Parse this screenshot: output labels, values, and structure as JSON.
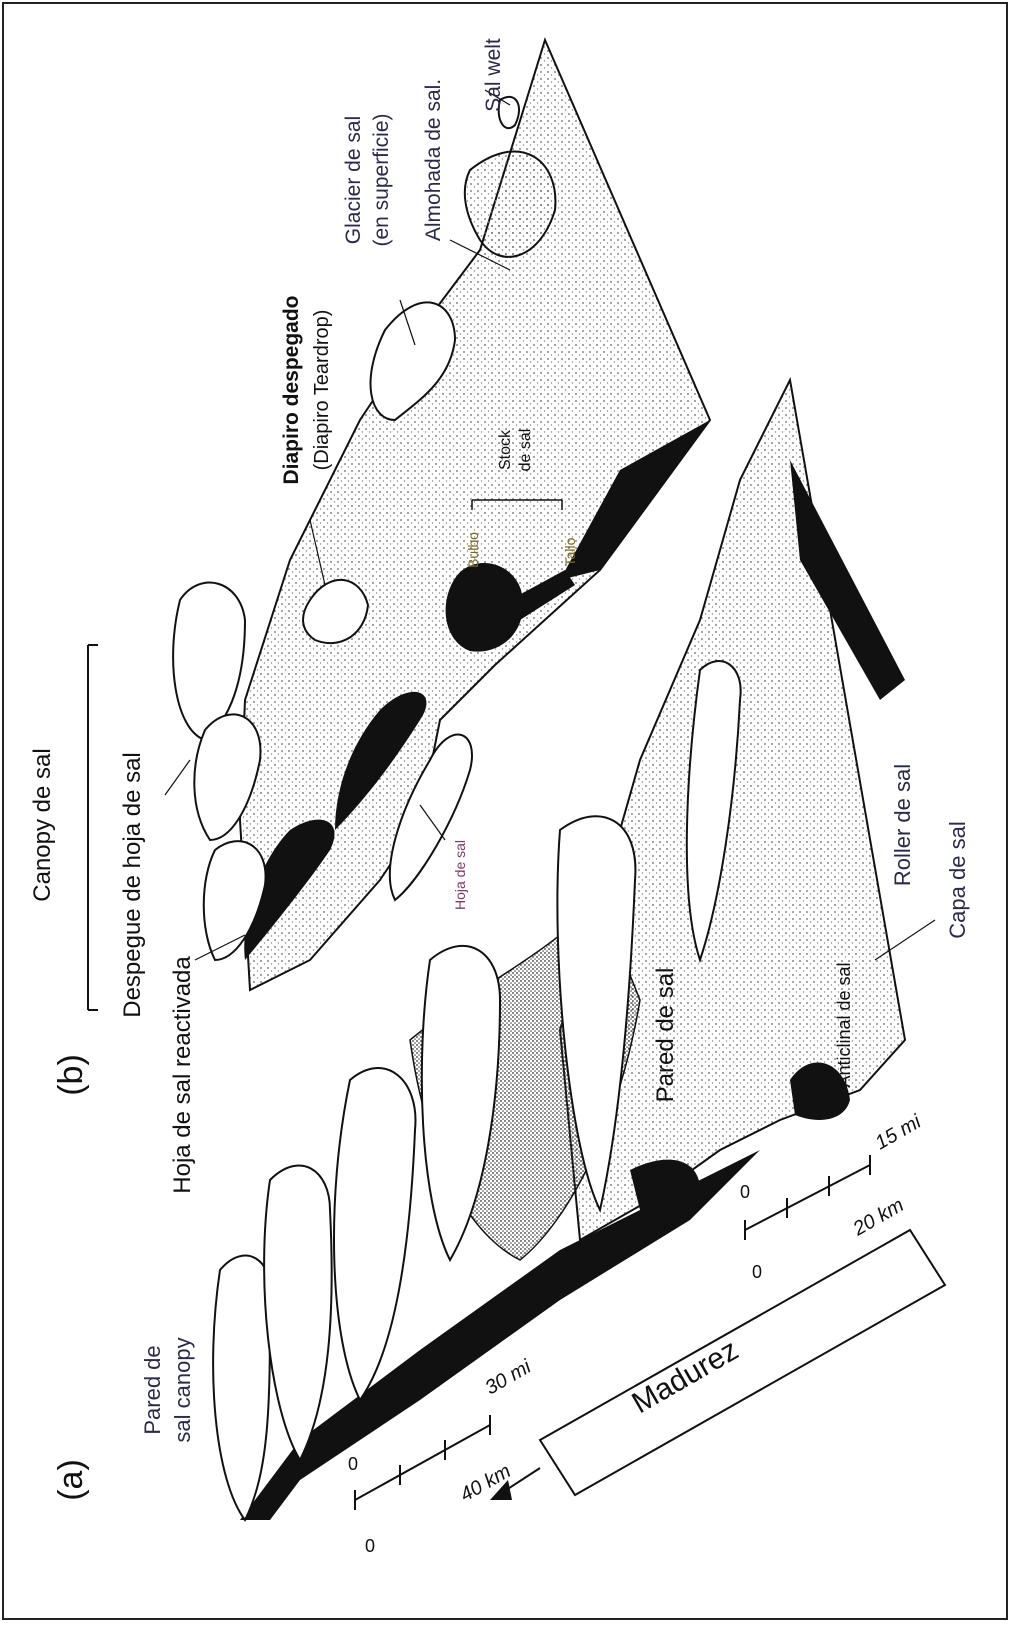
{
  "panel_a": "(a)",
  "panel_b": "(b)",
  "labels": {
    "pared_canopy_1": "Pared de",
    "pared_canopy_2": "sal canopy",
    "hoja_reactivada": "Hoja de sal reactivada",
    "despegue_hoja": "Despegue de hoja de sal",
    "canopy": "Canopy de sal",
    "diapiro_despegado": "Diapiro despegado",
    "diapiro_teardrop": "(Diapiro Teardrop)",
    "glacier_1": "Glacier de sal",
    "glacier_2": "(en superficie)",
    "almohada": "Almohada de sal.",
    "sal_welt": "Sal welt",
    "bulbo": "Bulbo",
    "tallo": "Tallo",
    "stock_1": "Stock",
    "stock_2": "de sal",
    "hoja_de_sal": "Hoja de sal",
    "pared_de_sal": "Pared de sal",
    "anticlinal": "Anticlinal de sal",
    "roller": "Roller de sal",
    "capa": "Capa de sal",
    "madurez": "Madurez"
  },
  "scale_a": {
    "zero_top": "0",
    "zero_bottom": "0",
    "mi": "30 mi",
    "km": "40 km"
  },
  "scale_b": {
    "zero_top": "0",
    "zero_bottom": "0",
    "mi": "15 mi",
    "km": "20 km"
  },
  "colors": {
    "ink": "#111111",
    "stipple": "#555555",
    "olive": "#7a6a1e",
    "navy": "#2a2a4a"
  }
}
